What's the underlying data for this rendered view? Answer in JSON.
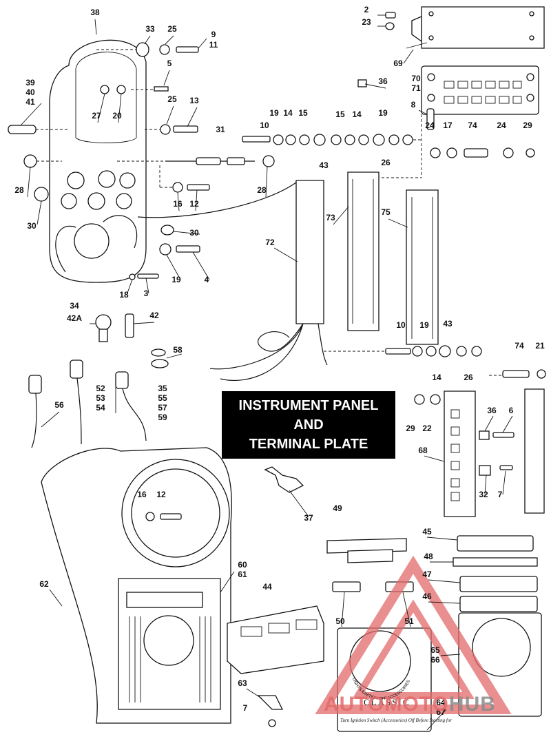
{
  "diagram": {
    "title_lines": [
      "INSTRUMENT PANEL",
      "AND",
      "TERMINAL PLATE"
    ],
    "watermark": {
      "part1": "AUTOMOTO",
      "part2": "HUB"
    },
    "card_brand": "CLASSIC",
    "card_arc_text": "LIGHTS  IGNITION  OFF  ACCESSORIES",
    "card_small_text": "Turn Ignition Switch (Accessories) Off Before Starting for",
    "callouts": [
      {
        "id": "c-38",
        "text": "38"
      },
      {
        "id": "c-33",
        "text": "33"
      },
      {
        "id": "c-25a",
        "text": "25"
      },
      {
        "id": "c-9",
        "text": "9"
      },
      {
        "id": "c-11",
        "text": "11"
      },
      {
        "id": "c-2",
        "text": "2"
      },
      {
        "id": "c-23",
        "text": "23"
      },
      {
        "id": "c-69",
        "text": "69"
      },
      {
        "id": "c-5",
        "text": "5"
      },
      {
        "id": "c-39",
        "text": "39"
      },
      {
        "id": "c-40",
        "text": "40"
      },
      {
        "id": "c-41",
        "text": "41"
      },
      {
        "id": "c-27",
        "text": "27"
      },
      {
        "id": "c-20",
        "text": "20"
      },
      {
        "id": "c-25b",
        "text": "25"
      },
      {
        "id": "c-13",
        "text": "13"
      },
      {
        "id": "c-70",
        "text": "70"
      },
      {
        "id": "c-71",
        "text": "71"
      },
      {
        "id": "c-36a",
        "text": "36"
      },
      {
        "id": "c-8",
        "text": "8"
      },
      {
        "id": "c-19a",
        "text": "19"
      },
      {
        "id": "c-14a",
        "text": "14"
      },
      {
        "id": "c-15a",
        "text": "15"
      },
      {
        "id": "c-15b",
        "text": "15"
      },
      {
        "id": "c-14b",
        "text": "14"
      },
      {
        "id": "c-19b",
        "text": "19"
      },
      {
        "id": "c-10a",
        "text": "10"
      },
      {
        "id": "c-31",
        "text": "31"
      },
      {
        "id": "c-24a",
        "text": "24"
      },
      {
        "id": "c-17",
        "text": "17"
      },
      {
        "id": "c-74a",
        "text": "74"
      },
      {
        "id": "c-24b",
        "text": "24"
      },
      {
        "id": "c-29a",
        "text": "29"
      },
      {
        "id": "c-43a",
        "text": "43"
      },
      {
        "id": "c-26a",
        "text": "26"
      },
      {
        "id": "c-28a",
        "text": "28"
      },
      {
        "id": "c-28b",
        "text": "28"
      },
      {
        "id": "c-16a",
        "text": "16"
      },
      {
        "id": "c-12a",
        "text": "12"
      },
      {
        "id": "c-30a",
        "text": "30"
      },
      {
        "id": "c-73",
        "text": "73"
      },
      {
        "id": "c-75",
        "text": "75"
      },
      {
        "id": "c-30b",
        "text": "30"
      },
      {
        "id": "c-72",
        "text": "72"
      },
      {
        "id": "c-19c",
        "text": "19"
      },
      {
        "id": "c-4",
        "text": "4"
      },
      {
        "id": "c-18",
        "text": "18"
      },
      {
        "id": "c-3",
        "text": "3"
      },
      {
        "id": "c-34",
        "text": "34"
      },
      {
        "id": "c-42A",
        "text": "42A"
      },
      {
        "id": "c-42",
        "text": "42"
      },
      {
        "id": "c-58",
        "text": "58"
      },
      {
        "id": "c-10b",
        "text": "10"
      },
      {
        "id": "c-19d",
        "text": "19"
      },
      {
        "id": "c-43b",
        "text": "43"
      },
      {
        "id": "c-14c",
        "text": "14"
      },
      {
        "id": "c-26b",
        "text": "26"
      },
      {
        "id": "c-74b",
        "text": "74"
      },
      {
        "id": "c-21",
        "text": "21"
      },
      {
        "id": "c-52",
        "text": "52"
      },
      {
        "id": "c-53",
        "text": "53"
      },
      {
        "id": "c-54",
        "text": "54"
      },
      {
        "id": "c-35",
        "text": "35"
      },
      {
        "id": "c-55",
        "text": "55"
      },
      {
        "id": "c-57",
        "text": "57"
      },
      {
        "id": "c-59",
        "text": "59"
      },
      {
        "id": "c-56",
        "text": "56"
      },
      {
        "id": "c-29b",
        "text": "29"
      },
      {
        "id": "c-22",
        "text": "22"
      },
      {
        "id": "c-36b",
        "text": "36"
      },
      {
        "id": "c-6",
        "text": "6"
      },
      {
        "id": "c-68",
        "text": "68"
      },
      {
        "id": "c-32",
        "text": "32"
      },
      {
        "id": "c-7a",
        "text": "7"
      },
      {
        "id": "c-16b",
        "text": "16"
      },
      {
        "id": "c-12b",
        "text": "12"
      },
      {
        "id": "c-37",
        "text": "37"
      },
      {
        "id": "c-49",
        "text": "49"
      },
      {
        "id": "c-45",
        "text": "45"
      },
      {
        "id": "c-48",
        "text": "48"
      },
      {
        "id": "c-60",
        "text": "60"
      },
      {
        "id": "c-61",
        "text": "61"
      },
      {
        "id": "c-62",
        "text": "62"
      },
      {
        "id": "c-44",
        "text": "44"
      },
      {
        "id": "c-47",
        "text": "47"
      },
      {
        "id": "c-46",
        "text": "46"
      },
      {
        "id": "c-50",
        "text": "50"
      },
      {
        "id": "c-51",
        "text": "51"
      },
      {
        "id": "c-65",
        "text": "65"
      },
      {
        "id": "c-66",
        "text": "66"
      },
      {
        "id": "c-63",
        "text": "63"
      },
      {
        "id": "c-64",
        "text": "64"
      },
      {
        "id": "c-67",
        "text": "67"
      },
      {
        "id": "c-7b",
        "text": "7"
      }
    ],
    "colors": {
      "ink": "#111111",
      "title_bg": "#000000",
      "title_fg": "#ffffff",
      "watermark_red": "#e46a6a",
      "watermark_gray": "#8a8a8a"
    }
  }
}
